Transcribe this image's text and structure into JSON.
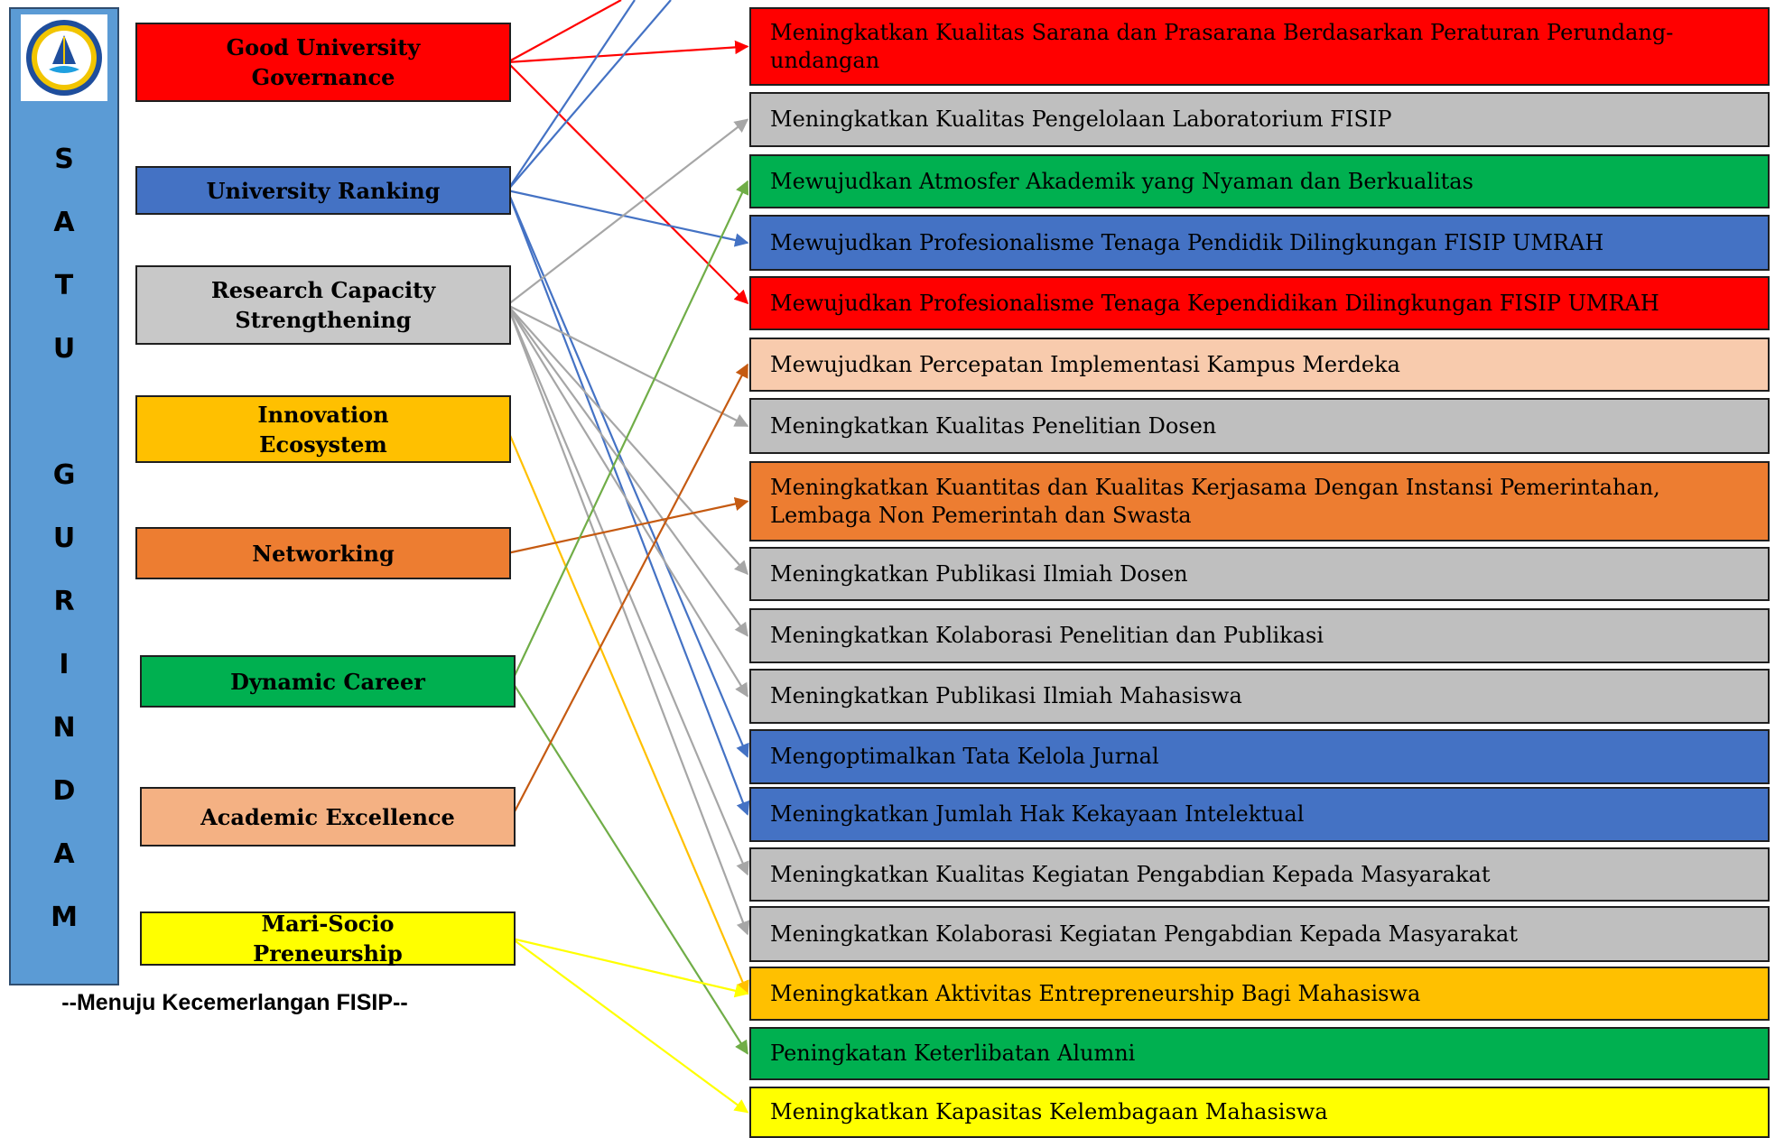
{
  "sidebar": {
    "letters": [
      "S",
      "A",
      "T",
      "U",
      "",
      "G",
      "U",
      "R",
      "I",
      "N",
      "D",
      "A",
      "M"
    ],
    "logo_icon": "university-seal-icon"
  },
  "caption": "--Menuju Kecemerlangan FISIP--",
  "pillars": [
    {
      "id": "gug",
      "label": "Good University Governance",
      "color": "#ff0000"
    },
    {
      "id": "ur",
      "label": "University Ranking",
      "color": "#4472c4"
    },
    {
      "id": "rcs",
      "label": "Research Capacity Strengthening",
      "color": "#c8c8c8"
    },
    {
      "id": "ie",
      "label": "Innovation Ecosystem",
      "color": "#ffc000"
    },
    {
      "id": "nw",
      "label": "Networking",
      "color": "#ed7d31"
    },
    {
      "id": "dc",
      "label": "Dynamic Career",
      "color": "#00b050"
    },
    {
      "id": "ae",
      "label": "Academic Excellence",
      "color": "#f4b183"
    },
    {
      "id": "msp",
      "label": "Mari-Socio Preneurship",
      "color": "#ffff00"
    }
  ],
  "goals": [
    {
      "label": "Meningkatkan Kualitas Sarana dan Prasarana Berdasarkan Peraturan Perundang-undangan",
      "color": "#ff0000"
    },
    {
      "label": "Meningkatkan Kualitas Pengelolaan Laboratorium FISIP",
      "color": "#bfbfbf"
    },
    {
      "label": "Mewujudkan Atmosfer Akademik yang Nyaman dan Berkualitas",
      "color": "#00b050"
    },
    {
      "label": "Mewujudkan Profesionalisme Tenaga Pendidik Dilingkungan FISIP UMRAH",
      "color": "#4472c4"
    },
    {
      "label": "Mewujudkan Profesionalisme Tenaga Kependidikan Dilingkungan FISIP UMRAH",
      "color": "#ff0000"
    },
    {
      "label": "Mewujudkan Percepatan Implementasi Kampus Merdeka",
      "color": "#f8cbad"
    },
    {
      "label": "Meningkatkan Kualitas Penelitian Dosen",
      "color": "#bfbfbf"
    },
    {
      "label": "Meningkatkan Kuantitas dan Kualitas Kerjasama Dengan Instansi Pemerintahan, Lembaga Non Pemerintah dan Swasta",
      "color": "#ed7d31"
    },
    {
      "label": "Meningkatkan Publikasi Ilmiah Dosen",
      "color": "#bfbfbf"
    },
    {
      "label": "Meningkatkan Kolaborasi Penelitian dan Publikasi",
      "color": "#bfbfbf"
    },
    {
      "label": "Meningkatkan Publikasi Ilmiah Mahasiswa",
      "color": "#bfbfbf"
    },
    {
      "label": "Mengoptimalkan Tata Kelola Jurnal",
      "color": "#4472c4"
    },
    {
      "label": "Meningkatkan Jumlah Hak Kekayaan Intelektual",
      "color": "#4472c4"
    },
    {
      "label": "Meningkatkan Kualitas Kegiatan Pengabdian Kepada Masyarakat",
      "color": "#bfbfbf"
    },
    {
      "label": "Meningkatkan Kolaborasi Kegiatan Pengabdian Kepada Masyarakat",
      "color": "#bfbfbf"
    },
    {
      "label": "Meningkatkan Aktivitas Entrepreneurship Bagi Mahasiswa",
      "color": "#ffc000"
    },
    {
      "label": "Peningkatan Keterlibatan Alumni",
      "color": "#00b050"
    },
    {
      "label": "Meningkatkan Kapasitas Kelembagaan Mahasiswa",
      "color": "#ffff00"
    }
  ],
  "links": [
    {
      "from": 0,
      "to": 0,
      "color": "#ff0000"
    },
    {
      "from": 0,
      "to": 4,
      "color": "#ff0000"
    },
    {
      "from": 0,
      "to": "offscreen",
      "color": "#ff0000"
    },
    {
      "from": 1,
      "to": 3,
      "color": "#4472c4"
    },
    {
      "from": 1,
      "to": 11,
      "color": "#4472c4"
    },
    {
      "from": 1,
      "to": 12,
      "color": "#4472c4"
    },
    {
      "from": 1,
      "to": "offscreen",
      "color": "#4472c4"
    },
    {
      "from": 1,
      "to": "offscreen",
      "color": "#4472c4"
    },
    {
      "from": 2,
      "to": 1,
      "color": "#a6a6a6"
    },
    {
      "from": 2,
      "to": 6,
      "color": "#a6a6a6"
    },
    {
      "from": 2,
      "to": 8,
      "color": "#a6a6a6"
    },
    {
      "from": 2,
      "to": 9,
      "color": "#a6a6a6"
    },
    {
      "from": 2,
      "to": 10,
      "color": "#a6a6a6"
    },
    {
      "from": 2,
      "to": 13,
      "color": "#a6a6a6"
    },
    {
      "from": 2,
      "to": 14,
      "color": "#a6a6a6"
    },
    {
      "from": 3,
      "to": 15,
      "color": "#ffc000"
    },
    {
      "from": 4,
      "to": 7,
      "color": "#c55a11"
    },
    {
      "from": 5,
      "to": 2,
      "color": "#70ad47"
    },
    {
      "from": 5,
      "to": 16,
      "color": "#70ad47"
    },
    {
      "from": 6,
      "to": 5,
      "color": "#c55a11"
    },
    {
      "from": 7,
      "to": 15,
      "color": "#ffff00"
    },
    {
      "from": 7,
      "to": 17,
      "color": "#ffff00"
    }
  ]
}
